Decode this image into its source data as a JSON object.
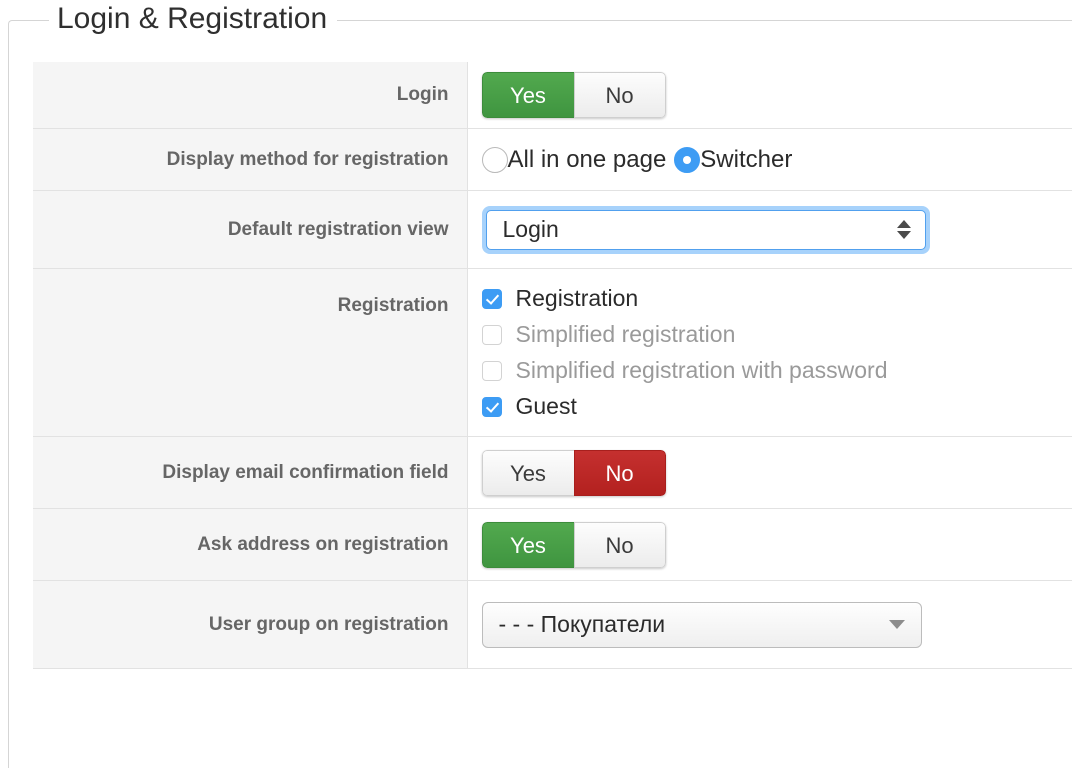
{
  "section": {
    "legend": "Login & Registration"
  },
  "rows": [
    {
      "label": "Login",
      "control": "switch",
      "yes_label": "Yes",
      "no_label": "No",
      "state": "yes"
    },
    {
      "label": "Display method for registration",
      "control": "radio",
      "options": [
        {
          "label": "All in one page",
          "selected": false
        },
        {
          "label": "Switcher",
          "selected": true
        }
      ]
    },
    {
      "label": "Default registration view",
      "control": "select-focused",
      "value": "Login"
    },
    {
      "label": "Registration",
      "control": "checkboxes",
      "items": [
        {
          "label": "Registration",
          "checked": true,
          "disabled": false
        },
        {
          "label": "Simplified registration",
          "checked": false,
          "disabled": true
        },
        {
          "label": "Simplified registration with password",
          "checked": false,
          "disabled": true
        },
        {
          "label": "Guest",
          "checked": true,
          "disabled": false
        }
      ]
    },
    {
      "label": "Display email confirmation field",
      "control": "switch",
      "yes_label": "Yes",
      "no_label": "No",
      "state": "no"
    },
    {
      "label": "Ask address on registration",
      "control": "switch",
      "yes_label": "Yes",
      "no_label": "No",
      "state": "yes"
    },
    {
      "label": "User group on registration",
      "control": "select",
      "value": "- - - Покупатели"
    }
  ],
  "colors": {
    "accent_green": "#459c45",
    "accent_red": "#bf2a2a",
    "accent_blue": "#3d9cf4",
    "label_text": "#666666",
    "row_bg": "#f5f5f5",
    "border": "#e2e2e2"
  }
}
